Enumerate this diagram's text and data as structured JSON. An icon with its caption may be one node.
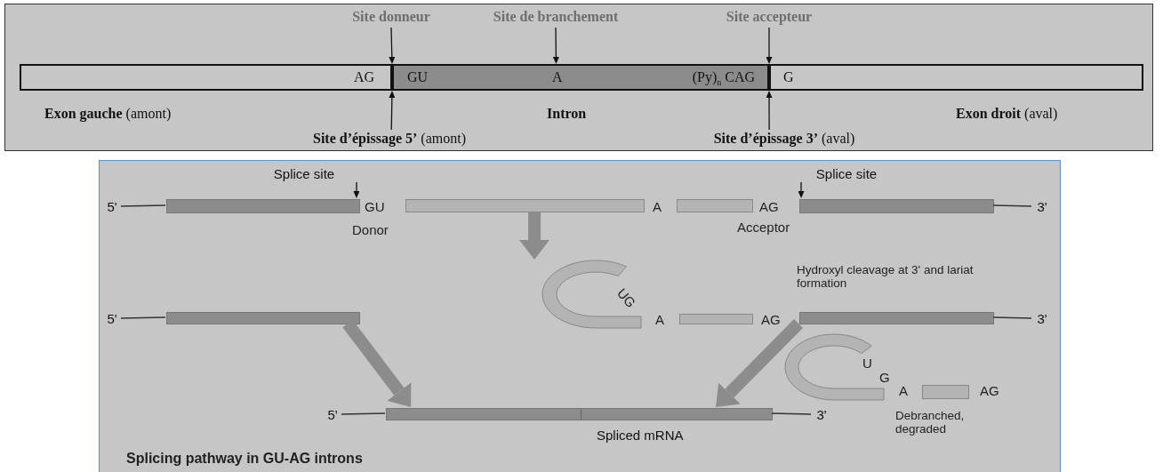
{
  "diagram": {
    "nodes": [
      {
        "text": [
          "AG"
        ],
        "beside": [
          "**Exon gauche** (amont)"
        ]
      },
      {
        "text": [
          "GU",
          "A",
          "(Py)$_{n}$ CAG"
        ],
        "beside": [
          "Intron"
        ]
      },
      {
        "text": [
          "G"
        ],
        "beside": [
          "**Exon droit** (aval)"
        ]
      },
      {
        "text": [
          "Site donneur"
        ]
      },
      {
        "text": [
          "Site de branchement"
        ]
      },
      {
        "text": [
          "Site accepteur"
        ]
      },
      {
        "text": [
          "**Site d’épissage 5’** (amont)"
        ]
      },
      {
        "text": [
          "**Site d’épissage 3’** (aval)"
        ]
      },
      {
        "text": [
          "Splicing pathway in GU-AG introns"
        ]
      },
      {
        "text": [
          "Splice site"
        ],
        "in": 8
      },
      {
        "text": [
          "Splice site"
        ],
        "in": 8
      },
      {
        "text": [],
        "shape": "bar",
        "in": 8
      },
      {
        "text": [],
        "shape": "bar",
        "in": 8
      },
      {
        "text": [],
        "shape": "bar",
        "in": 8
      },
      {
        "text": [],
        "shape": "bar",
        "in": 8
      },
      {
        "text": [],
        "shape": "arc",
        "in": 8
      },
      {
        "text": [],
        "shape": "bar",
        "in": 8
      },
      {
        "text": [],
        "shape": "bar",
        "in": 8
      },
      {
        "text": [],
        "shape": "bar",
        "in": 8
      },
      {
        "text": [],
        "shape": "arc",
        "in": 8
      },
      {
        "text": [],
        "shape": "bar",
        "in": 8
      },
      {
        "text": [],
        "shape": "bar",
        "in": 8,
        "beside": [
          "Spliced mRNA"
        ]
      },
      {
        "text": [
          "5'"
        ],
        "in": 8
      },
      {
        "text": [
          "3'"
        ],
        "in": 8
      },
      {
        "text": [
          "5'"
        ],
        "in": 8
      },
      {
        "text": [
          "3'"
        ],
        "in": 8
      },
      {
        "text": [
          "5'"
        ],
        "in": 8
      },
      {
        "text": [
          "3'"
        ],
        "in": 8
      }
    ],
    "edges": [
      {
        "from": 3,
        "to": 1,
        "arrow": "to"
      },
      {
        "from": 4,
        "to": 1,
        "arrow": "to"
      },
      {
        "from": 5,
        "to": 2,
        "arrow": "to"
      },
      {
        "from": 6,
        "to": 1,
        "arrow": "to"
      },
      {
        "from": 7,
        "to": 2,
        "arrow": "to"
      },
      {
        "from": 9,
        "to": 11,
        "arrow": "to"
      },
      {
        "from": 10,
        "to": 14,
        "arrow": "to"
      },
      {
        "from": 12,
        "to": 15,
        "arrow": "to",
        "style": "thick",
        "color": "#8c8c8c"
      },
      {
        "from": 16,
        "to": 21,
        "arrow": "to",
        "style": "thick",
        "color": "#8c8c8c"
      },
      {
        "from": 18,
        "to": 21,
        "arrow": "to",
        "style": "thick",
        "color": "#8c8c8c"
      },
      {
        "from": 22,
        "to": 11,
        "arrow": "none"
      },
      {
        "from": 14,
        "to": 23,
        "arrow": "none"
      },
      {
        "from": 24,
        "to": 16,
        "arrow": "none"
      },
      {
        "from": 18,
        "to": 25,
        "arrow": "none"
      },
      {
        "from": 26,
        "to": 21,
        "arrow": "none"
      },
      {
        "from": 21,
        "to": 27,
        "arrow": "none"
      }
    ],
    "labels": [
      "GU",
      "A",
      "AG",
      "Donor",
      "Acceptor",
      "Hydroxyl cleavage at 3' and lariat formation",
      "UG",
      "A",
      "AG",
      "U",
      "G",
      "A",
      "AG",
      "Debranched, degraded"
    ]
  }
}
